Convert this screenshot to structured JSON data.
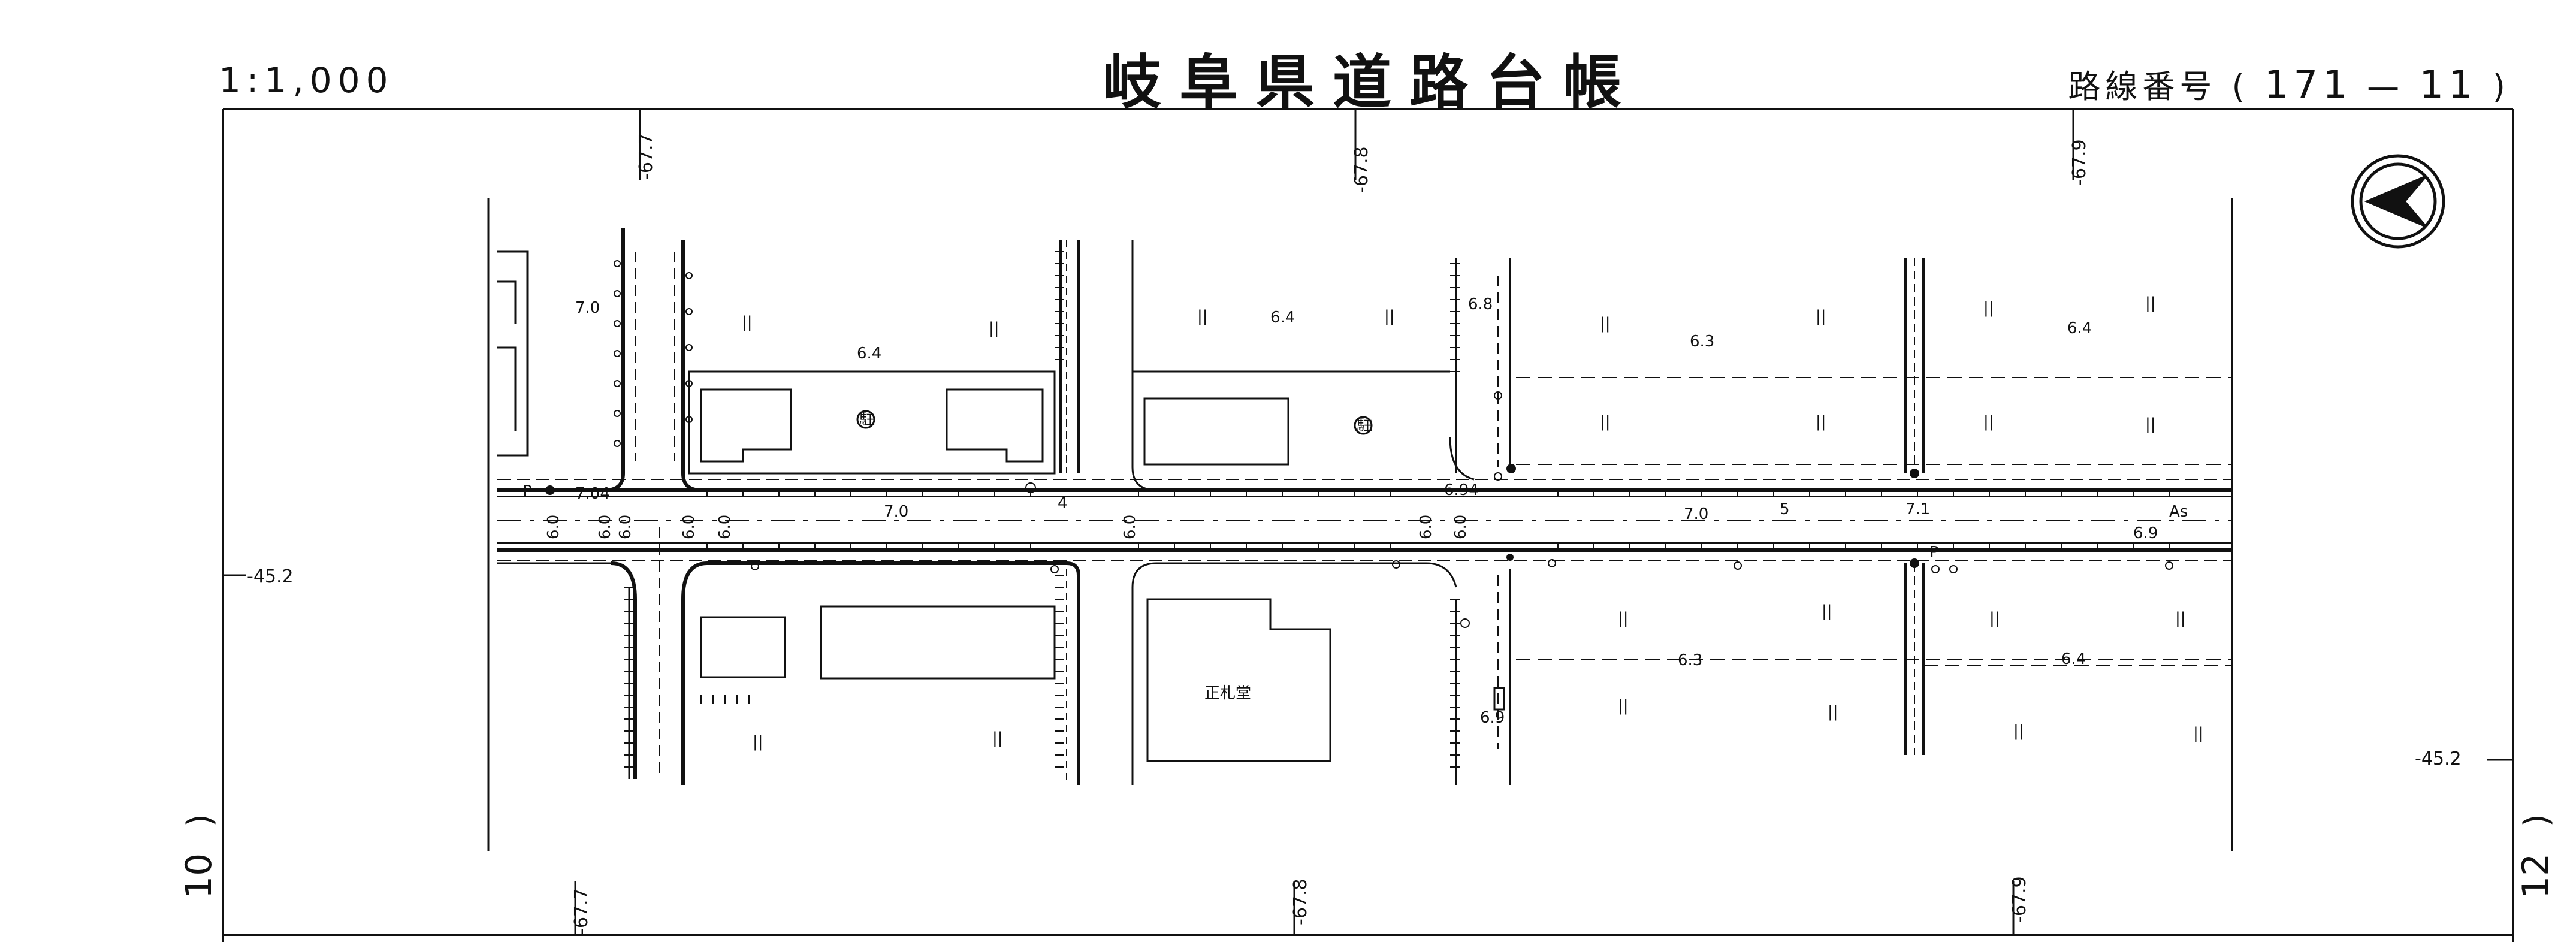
{
  "header": {
    "scale": "1:1,000",
    "title": "岐阜県道路台帳",
    "route_prefix": "路線番号",
    "route_open": "(",
    "route_main": "171",
    "route_dash": "—",
    "route_sub": "11",
    "route_close": ")"
  },
  "grid": {
    "top_ticks": [
      "-67.7",
      "-67.8",
      "-67.9"
    ],
    "bottom_ticks": [
      "-67.7",
      "-67.8",
      "-67.9"
    ],
    "left_tick": "-45.2",
    "right_tick": "-45.2",
    "sheet_left": "10",
    "sheet_right": "12"
  },
  "map": {
    "building_name": "正札堂",
    "pavement": "As",
    "station": "5",
    "station_4": "4",
    "parking_marks": [
      "P",
      "P"
    ],
    "elevations": [
      "7.0",
      "6.4",
      "6.4",
      "6.8",
      "6.3",
      "6.4",
      "7.04",
      "7.0",
      "6.94",
      "7.0",
      "7.1",
      "6.9",
      "6.3",
      "6.4",
      "6.9"
    ],
    "widths": [
      "6.0",
      "6.0",
      "6.0",
      "6.0",
      "6.0",
      "6.0",
      "6.0",
      "6.0"
    ],
    "grass_mark": "||",
    "parking_lot_mark": "駐"
  }
}
